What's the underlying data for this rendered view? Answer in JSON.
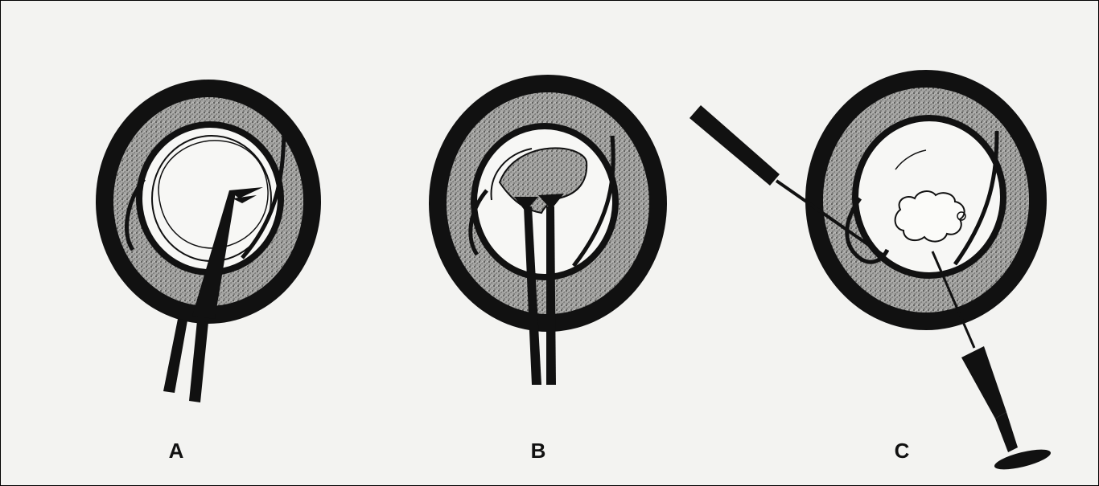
{
  "panels": [
    {
      "id": "A",
      "label": "A"
    },
    {
      "id": "B",
      "label": "B"
    },
    {
      "id": "C",
      "label": "C"
    }
  ],
  "colors": {
    "background": "#f3f3f1",
    "ink": "#111111",
    "stipple": "#8a8a88",
    "inner": "#f7f7f5"
  }
}
